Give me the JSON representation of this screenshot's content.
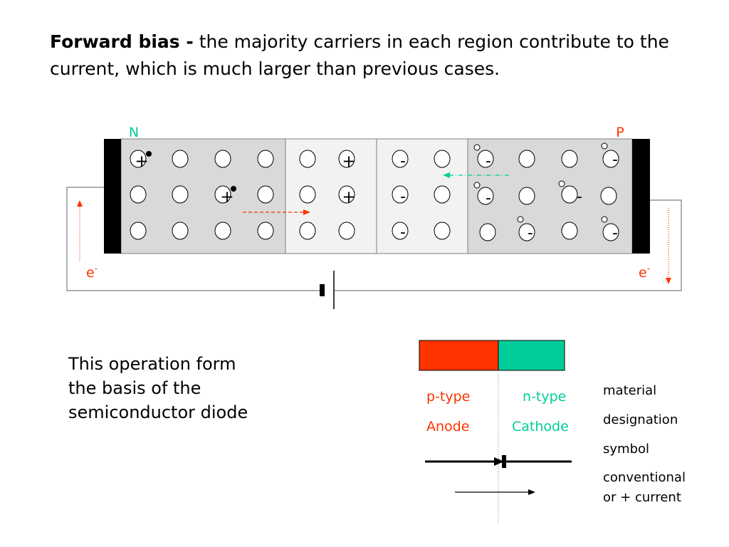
{
  "heading": {
    "bold": "Forward bias -",
    "rest": " the majority carriers in each region contribute to the current, which is much larger than previous cases."
  },
  "regions": {
    "left_label": "N",
    "right_label": "P"
  },
  "charges": {
    "plus": "+",
    "minus": "-"
  },
  "electron_labels": {
    "left": "e",
    "right": "e",
    "superscript": "-"
  },
  "body_text": [
    "This operation form",
    "the basis of the",
    "semiconductor diode"
  ],
  "legend": {
    "p_type": "p-type",
    "n_type": "n-type",
    "anode": "Anode",
    "cathode": "Cathode",
    "row_labels": [
      "material",
      "designation",
      "symbol",
      "conventional",
      "or + current"
    ]
  },
  "colors": {
    "p_material": "#ff3300",
    "n_material": "#00cc99",
    "n_label": "#00cc99",
    "p_label": "#ff3300",
    "arrow_red": "#ff3300",
    "arrow_green": "#00cc99",
    "region_dark": "#d9d9d9",
    "region_light": "#f2f2f2"
  }
}
